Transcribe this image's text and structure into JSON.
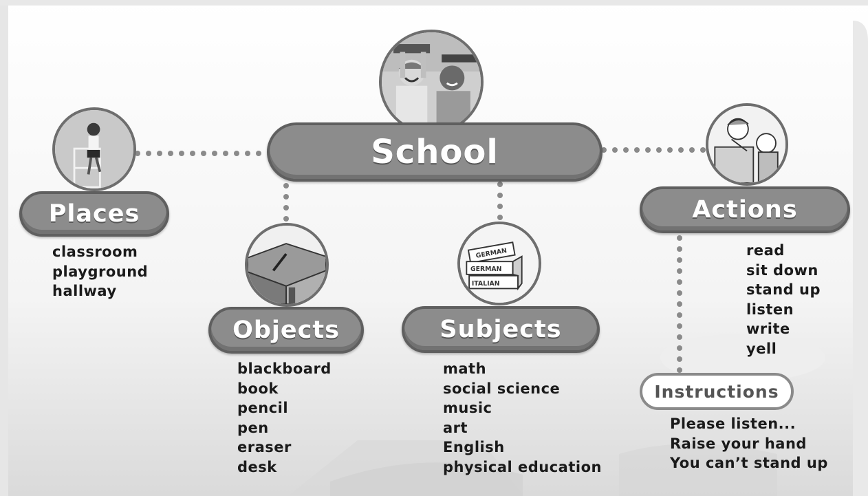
{
  "diagram": {
    "central": {
      "label": "School"
    },
    "categories": [
      {
        "key": "places",
        "label": "Places",
        "items": [
          "classroom",
          "playground",
          "hallway"
        ]
      },
      {
        "key": "objects",
        "label": "Objects",
        "items": [
          "blackboard",
          "book",
          "pencil",
          "pen",
          "eraser",
          "desk"
        ]
      },
      {
        "key": "subjects",
        "label": "Subjects",
        "items": [
          "math",
          "social science",
          "music",
          "art",
          "English",
          "physical education"
        ]
      },
      {
        "key": "actions",
        "label": "Actions",
        "items": [
          "read",
          "sit down",
          "stand up",
          "listen",
          "write",
          "yell"
        ]
      }
    ],
    "sub_category": {
      "label": "Instructions",
      "items": [
        "Please listen...",
        "Raise your hand",
        "You can’t stand up"
      ]
    },
    "book_labels": [
      "GERMAN",
      "GERMAN",
      "ITALIAN"
    ],
    "colors": {
      "pill_fill": "#8c8c8c",
      "pill_border": "#5f5f5f",
      "text": "#1a1a1a",
      "dot": "#888888"
    }
  }
}
